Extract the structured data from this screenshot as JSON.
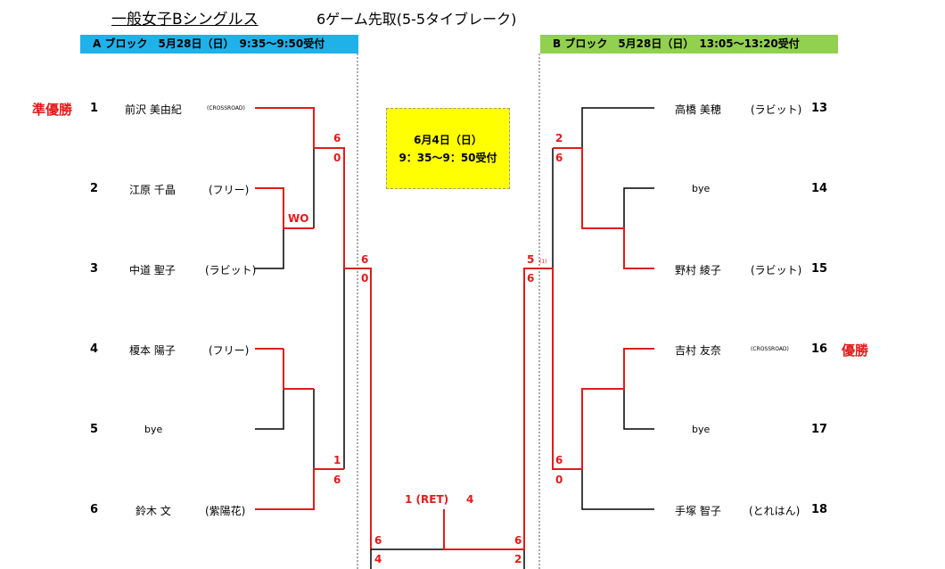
{
  "title": "一般女子Bシングルス",
  "format": "6ゲーム先取(5-5タイブレーク)",
  "block_a": {
    "header": "A ブロック　5月28日（日）　9:35〜9:50受付"
  },
  "block_b": {
    "header": "B ブロック　5月28日（日）　13:05〜13:20受付"
  },
  "final_note": {
    "line1": "6月4日（日）",
    "line2": "9：35〜9：50受付"
  },
  "players_a": [
    {
      "num": "1",
      "name": "前沢 美由紀",
      "team": "(CROSSROAD)",
      "result": "準優勝"
    },
    {
      "num": "2",
      "name": "江原 千晶",
      "team": "(フリー)"
    },
    {
      "num": "3",
      "name": "中道 聖子",
      "team": "(ラビット)"
    },
    {
      "num": "4",
      "name": "榎本 陽子",
      "team": "(フリー)"
    },
    {
      "num": "5",
      "name": "bye",
      "team": ""
    },
    {
      "num": "6",
      "name": "鈴木 文",
      "team": "(紫陽花)"
    }
  ],
  "players_b": [
    {
      "num": "13",
      "name": "高橋 美穂",
      "team": "(ラビット)"
    },
    {
      "num": "14",
      "name": "bye",
      "team": ""
    },
    {
      "num": "15",
      "name": "野村 綾子",
      "team": "(ラビット)"
    },
    {
      "num": "16",
      "name": "吉村 友奈",
      "team": "(CROSSROAD)",
      "result": "優勝"
    },
    {
      "num": "17",
      "name": "bye",
      "team": ""
    },
    {
      "num": "18",
      "name": "手塚 智子",
      "team": "(とれはん)"
    }
  ],
  "scores": {
    "a_r1_wo": "WO",
    "a_r2_top_1": "6",
    "a_r2_top_2": "0",
    "a_r2_bot_1": "1",
    "a_r2_bot_2": "6",
    "a_sf_1": "6",
    "a_sf_2": "0",
    "b_r2_top_1": "2",
    "b_r2_top_2": "6",
    "b_r2_bot_1": "6",
    "b_r2_bot_2": "0",
    "b_sf_1": "5",
    "b_sf_tb": "(1)",
    "b_sf_2": "6",
    "final_left_1": "6",
    "final_left_2": "4",
    "final_right_1": "6",
    "final_right_2": "2",
    "final_result_left": "1 (RET)",
    "final_result_right": "4"
  },
  "colors": {
    "winner_line": "#e31a1a",
    "line": "#000000",
    "block_a": "#1fb2ea",
    "block_b": "#92d050",
    "note_bg": "#ffff00"
  }
}
